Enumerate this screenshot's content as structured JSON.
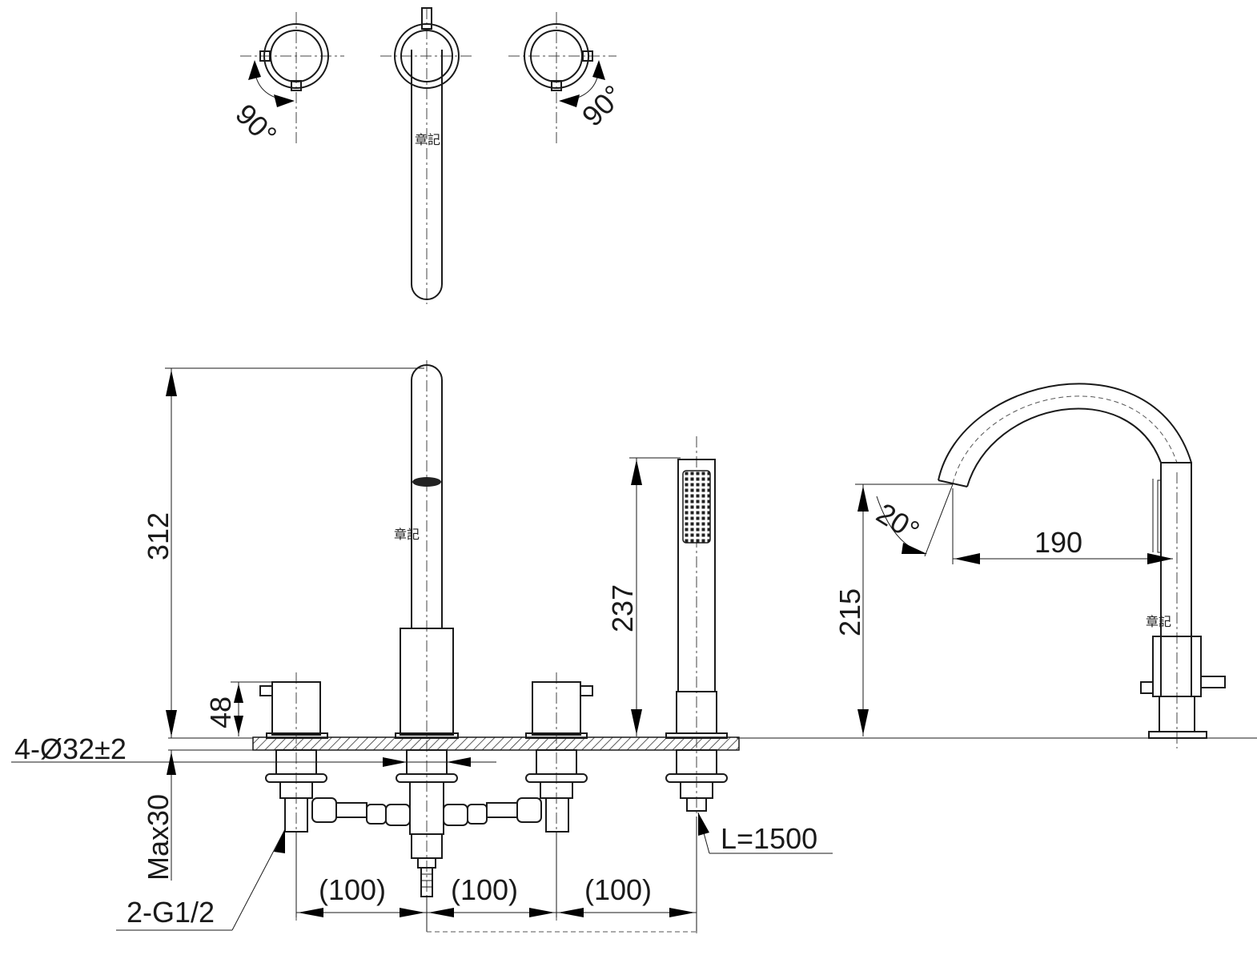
{
  "labels": {
    "angle_left": "90°",
    "angle_right": "90°",
    "angle_spout": "20°",
    "height_total": "312",
    "height_handle": "48",
    "height_handshower": "237",
    "height_spout": "215",
    "reach_spout": "190",
    "holes": "4-Ø32±2",
    "max_thickness": "Max30",
    "hose_length": "L=1500",
    "connection": "2-G1/2",
    "spacing_1": "(100)",
    "spacing_2": "(100)",
    "spacing_3": "(100)",
    "stamp_top": "章記",
    "stamp_front": "章記",
    "stamp_side": "章記"
  },
  "colors": {
    "line": "#1a1a1a",
    "background": "#ffffff"
  }
}
